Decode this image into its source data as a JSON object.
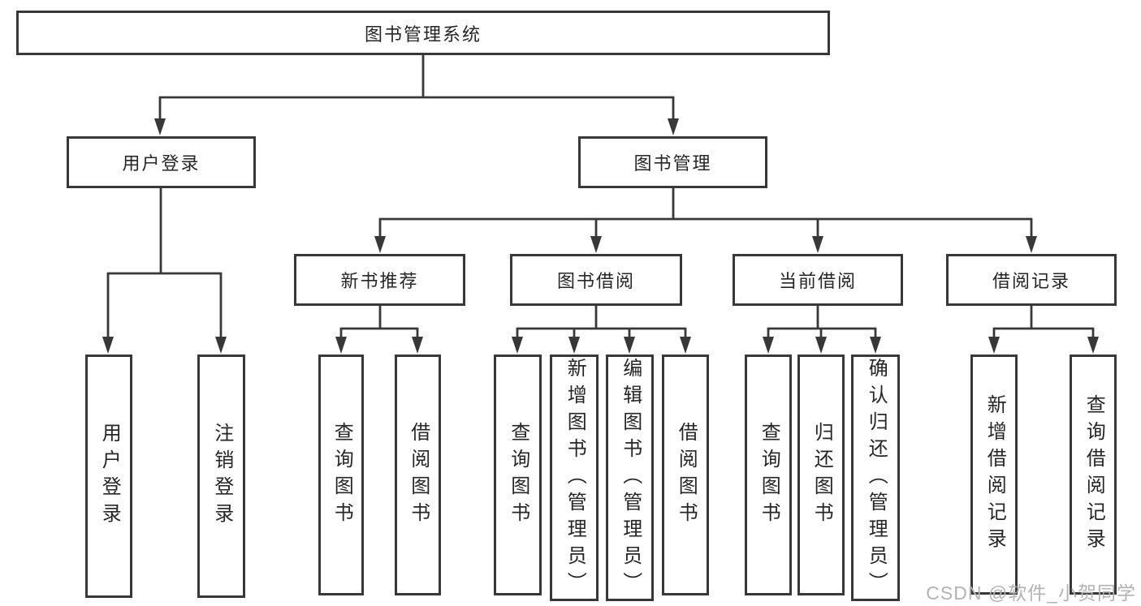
{
  "colors": {
    "line": "#383838",
    "text": "#262626",
    "background": "#ffffff",
    "watermark": "#b3b3b3"
  },
  "tree": {
    "root": {
      "label": "图书管理系统",
      "children": [
        {
          "label": "用户登录",
          "children": [
            {
              "label": "用户登录"
            },
            {
              "label": "注销登录"
            }
          ]
        },
        {
          "label": "图书管理",
          "children": [
            {
              "label": "新书推荐",
              "children": [
                {
                  "label": "查询图书"
                },
                {
                  "label": "借阅图书"
                }
              ]
            },
            {
              "label": "图书借阅",
              "children": [
                {
                  "label": "查询图书"
                },
                {
                  "label": "新增图书（管理员）"
                },
                {
                  "label": "编辑图书（管理员）"
                },
                {
                  "label": "借阅图书"
                }
              ]
            },
            {
              "label": "当前借阅",
              "children": [
                {
                  "label": "查询图书"
                },
                {
                  "label": "归还图书"
                },
                {
                  "label": "确认归还（管理员）"
                }
              ]
            },
            {
              "label": "借阅记录",
              "children": [
                {
                  "label": "新增借阅记录"
                },
                {
                  "label": "查询借阅记录"
                }
              ]
            }
          ]
        }
      ]
    }
  },
  "watermark": {
    "text": "CSDN @软件_小贺同学"
  }
}
